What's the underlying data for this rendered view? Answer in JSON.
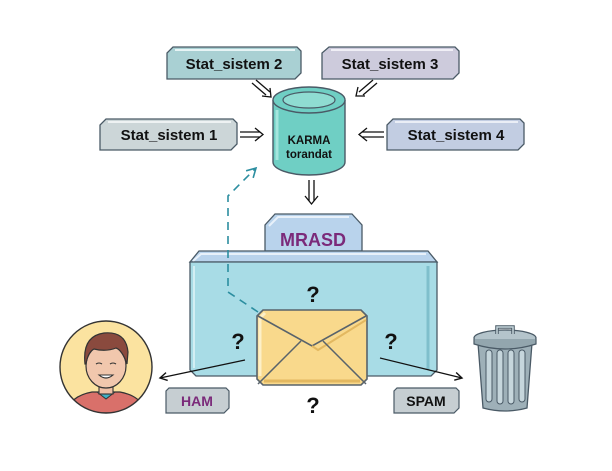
{
  "diagram": {
    "sources": [
      {
        "id": "s1",
        "label": "Stat_sistem 1",
        "fill": "#ccd6d8"
      },
      {
        "id": "s2",
        "label": "Stat_sistem 2",
        "fill": "#a9d0d3"
      },
      {
        "id": "s3",
        "label": "Stat_sistem 3",
        "fill": "#cdcbdc"
      },
      {
        "id": "s4",
        "label": "Stat_sistem 4",
        "fill": "#c2cde2"
      }
    ],
    "database": {
      "line1": "KARMA",
      "line2": "torandat",
      "fill": "#6fcfc4"
    },
    "folder": {
      "label": "MRASD",
      "fill": "#a8dce6",
      "tab_fill": "#b9d3ec",
      "label_color": "#7b2a7a"
    },
    "question_mark": "?",
    "outputs": {
      "ham": {
        "label": "HAM",
        "color": "#7b2a7a"
      },
      "spam": {
        "label": "SPAM",
        "color": "#111111"
      }
    },
    "colors": {
      "outline": "#4a5a66",
      "envelope": "#f9d98c",
      "dashed_feedback": "#2c8ea0",
      "avatar_bg": "#fbe3a0",
      "trash": "#9eb0b8"
    }
  }
}
